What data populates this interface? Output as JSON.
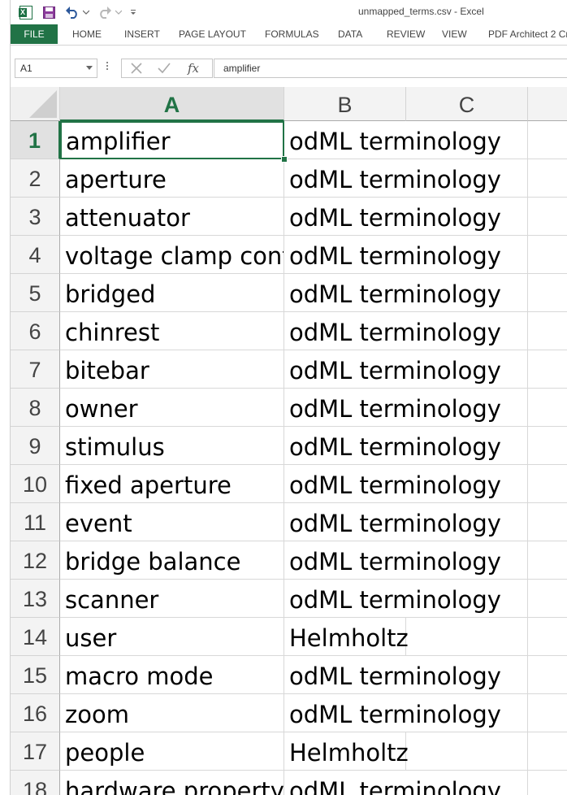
{
  "window": {
    "title": "unmapped_terms.csv - Excel"
  },
  "quick_access": {
    "icons": [
      "excel-logo-icon",
      "save-icon",
      "undo-icon",
      "redo-icon",
      "customize-qat-icon"
    ]
  },
  "ribbon": {
    "tabs": [
      {
        "label": "FILE",
        "active": true
      },
      {
        "label": "HOME"
      },
      {
        "label": "INSERT"
      },
      {
        "label": "PAGE LAYOUT"
      },
      {
        "label": "FORMULAS"
      },
      {
        "label": "DATA"
      },
      {
        "label": "REVIEW"
      },
      {
        "label": "VIEW"
      },
      {
        "label": "PDF Architect 2 Cr"
      }
    ]
  },
  "formula_bar": {
    "name_box": "A1",
    "fx_label": "fx",
    "content": "amplifier"
  },
  "sheet": {
    "selected_cell": "A1",
    "columns": [
      "A",
      "B",
      "C"
    ],
    "rows": [
      {
        "n": "1",
        "a": "amplifier",
        "b": "odML terminology"
      },
      {
        "n": "2",
        "a": "aperture",
        "b": "odML terminology"
      },
      {
        "n": "3",
        "a": "attenuator",
        "b": "odML terminology"
      },
      {
        "n": "4",
        "a": "voltage clamp contr",
        "b": "odML terminology"
      },
      {
        "n": "5",
        "a": "bridged",
        "b": "odML terminology"
      },
      {
        "n": "6",
        "a": "chinrest",
        "b": "odML terminology"
      },
      {
        "n": "7",
        "a": "bitebar",
        "b": "odML terminology"
      },
      {
        "n": "8",
        "a": "owner",
        "b": "odML terminology"
      },
      {
        "n": "9",
        "a": "stimulus",
        "b": "odML terminology"
      },
      {
        "n": "10",
        "a": "fixed aperture",
        "b": "odML terminology"
      },
      {
        "n": "11",
        "a": "event",
        "b": "odML terminology"
      },
      {
        "n": "12",
        "a": "bridge balance",
        "b": "odML terminology"
      },
      {
        "n": "13",
        "a": "scanner",
        "b": "odML terminology"
      },
      {
        "n": "14",
        "a": "user",
        "b": "Helmholtz"
      },
      {
        "n": "15",
        "a": "macro mode",
        "b": "odML terminology"
      },
      {
        "n": "16",
        "a": "zoom",
        "b": "odML terminology"
      },
      {
        "n": "17",
        "a": "people",
        "b": "Helmholtz"
      },
      {
        "n": "18",
        "a": "hardware property",
        "b": "odML terminology"
      }
    ]
  },
  "colors": {
    "excel_green": "#217346",
    "header_bg": "#f3f3f3",
    "gridline": "#d8d8d8"
  }
}
